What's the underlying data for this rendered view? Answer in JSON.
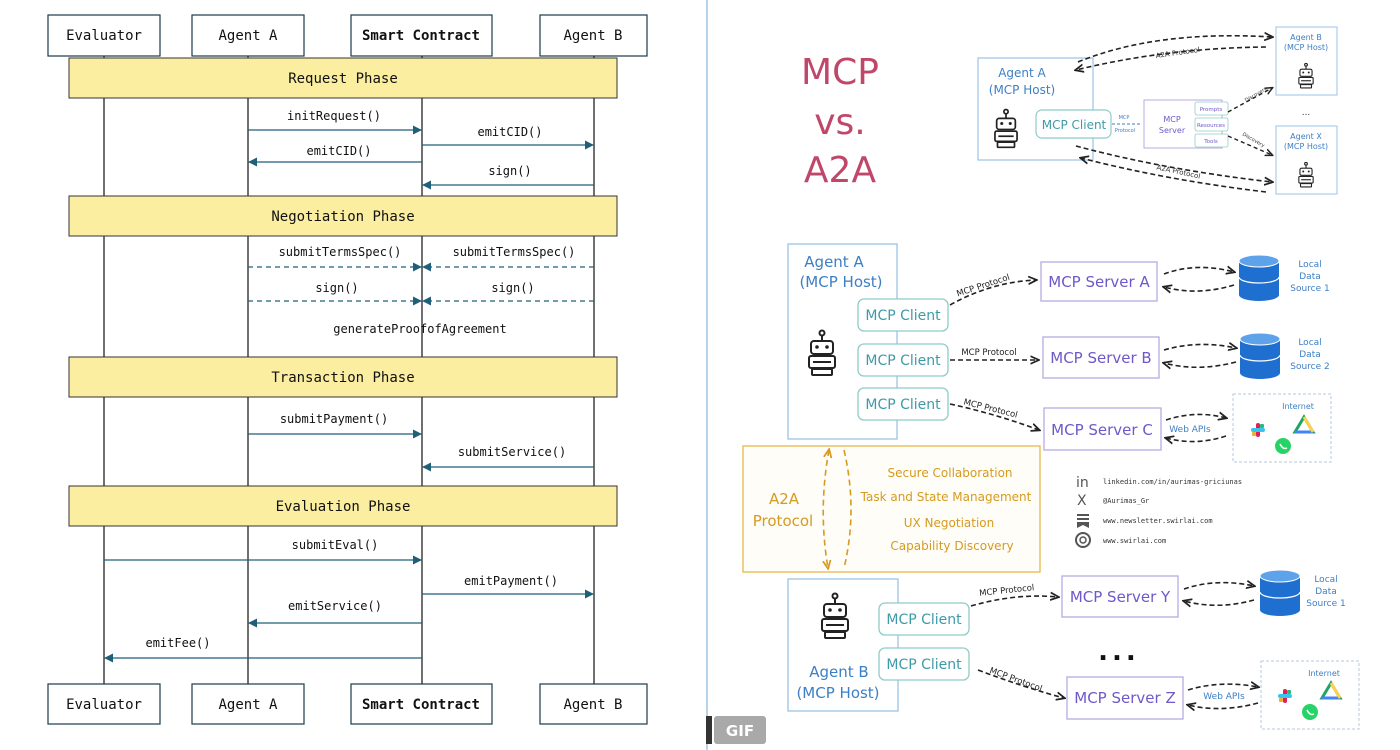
{
  "sequence": {
    "actors": [
      "Evaluator",
      "Agent A",
      "Smart Contract",
      "Agent B"
    ],
    "phases": [
      "Request Phase",
      "Negotiation Phase",
      "Transaction Phase",
      "Evaluation Phase"
    ],
    "messages": {
      "init_request": "initRequest()",
      "emit_cid_b": "emitCID()",
      "emit_cid_a": "emitCID()",
      "sign_b": "sign()",
      "submit_terms_a": "submitTermsSpec()",
      "submit_terms_b": "submitTermsSpec()",
      "sign_a2": "sign()",
      "sign_b2": "sign()",
      "proof": "generateProofofAgreement",
      "submit_payment": "submitPayment()",
      "submit_service": "submitService()",
      "submit_eval": "submitEval()",
      "emit_payment": "emitPayment()",
      "emit_service": "emitService()",
      "emit_fee": "emitFee()"
    }
  },
  "mcp": {
    "title": [
      "MCP",
      "vs.",
      "A2A"
    ],
    "title_color": "#c0476a",
    "top": {
      "agent_a": [
        "Agent A",
        "(MCP Host)"
      ],
      "mcp_client": "MCP Client",
      "mcp_small": "MCP",
      "protocol_small": "Protocol",
      "mcp_server": [
        "MCP",
        "Server"
      ],
      "prompts": "Prompts",
      "resources": "Resources",
      "tools": "Tools",
      "a2a_protocol_1": "A2A Protocol",
      "a2a_protocol_2": "A2A Protocol",
      "discovery_1": "Discovery",
      "discovery_2": "Discovery",
      "agent_b": [
        "Agent B",
        "(MCP Host)"
      ],
      "agent_x": [
        "Agent X",
        "(MCP Host)"
      ],
      "ellipsis": "..."
    },
    "middle": {
      "agent_a": [
        "Agent A",
        "(MCP Host)"
      ],
      "clients": [
        "MCP Client",
        "MCP Client",
        "MCP Client"
      ],
      "protocols": [
        "MCP Protocol",
        "MCP Protocol",
        "MCP Protocol"
      ],
      "servers": [
        "MCP Server A",
        "MCP Server B",
        "MCP Server C"
      ],
      "source_1": [
        "Local",
        "Data",
        "Source 1"
      ],
      "source_2": [
        "Local",
        "Data",
        "Source 2"
      ],
      "web_apis": "Web APIs",
      "internet": "Internet"
    },
    "a2a": {
      "label": [
        "A2A",
        "Protocol"
      ],
      "features": [
        "Secure Collaboration",
        "Task and State Management",
        "UX Negotiation",
        "Capability Discovery"
      ]
    },
    "social": [
      "linkedin.com/in/aurimas-griciunas",
      "@Aurimas_Gr",
      "www.newsletter.swirlai.com",
      "www.swirlai.com"
    ],
    "bottom": {
      "agent_b": [
        "Agent B",
        "(MCP Host)"
      ],
      "clients": [
        "MCP Client",
        "MCP Client"
      ],
      "protocols": [
        "MCP Protocol",
        "MCP Protocol"
      ],
      "servers": [
        "MCP Server Y",
        "MCP Server Z"
      ],
      "source_1": [
        "Local",
        "Data",
        "Source 1"
      ],
      "web_apis": "Web APIs",
      "internet": "Internet",
      "ellipsis": "..."
    },
    "gif_badge": "GIF"
  }
}
